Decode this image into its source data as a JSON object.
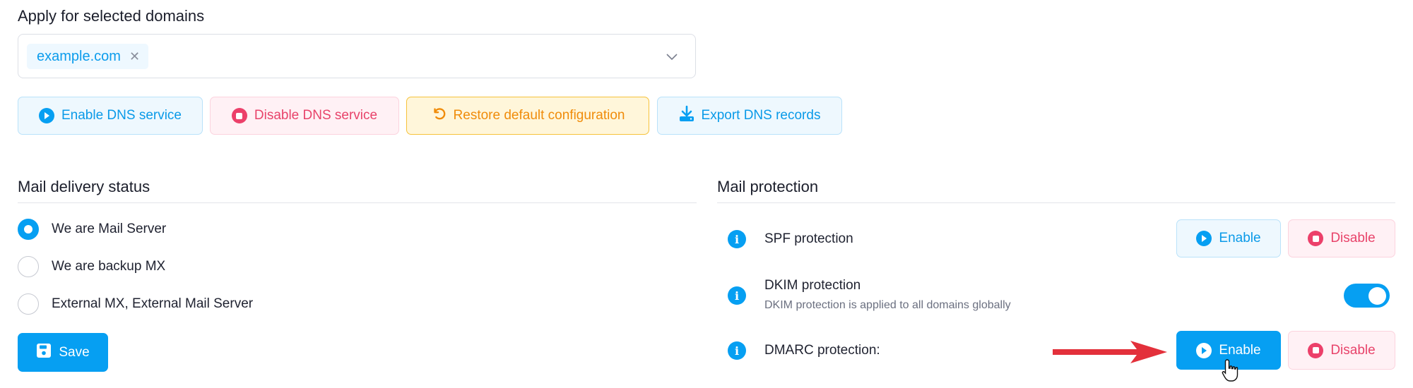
{
  "apply": {
    "title": "Apply for selected domains",
    "selected_domains": [
      {
        "label": "example.com",
        "remove_icon": "close-icon"
      }
    ],
    "dropdown_icon": "chevron-down-icon"
  },
  "actions": [
    {
      "label": "Enable DNS service",
      "icon": "play-circle-icon",
      "variant": "blue"
    },
    {
      "label": "Disable DNS service",
      "icon": "stop-circle-icon",
      "variant": "red"
    },
    {
      "label": "Restore default configuration",
      "icon": "undo-icon",
      "variant": "yellow"
    },
    {
      "label": "Export DNS records",
      "icon": "download-icon",
      "variant": "blue"
    }
  ],
  "delivery": {
    "title": "Mail delivery status",
    "options": [
      {
        "label": "We are Mail Server",
        "checked": true
      },
      {
        "label": "We are backup MX",
        "checked": false
      },
      {
        "label": "External MX, External Mail Server",
        "checked": false
      }
    ],
    "save_label": "Save"
  },
  "protection": {
    "title": "Mail protection",
    "rows": [
      {
        "title": "SPF protection",
        "control": "buttons",
        "enable_label": "Enable",
        "disable_label": "Disable"
      },
      {
        "title": "DKIM protection",
        "subtitle": "DKIM protection is applied to all domains globally",
        "control": "toggle",
        "toggle_on": true
      },
      {
        "title": "DMARC protection:",
        "control": "buttons",
        "enable_label": "Enable",
        "disable_label": "Disable",
        "enable_active": true
      }
    ]
  },
  "colors": {
    "primary": "#069ff2",
    "danger": "#e8436a",
    "warning": "#f08c0a",
    "annotation_arrow": "#e3303b"
  }
}
